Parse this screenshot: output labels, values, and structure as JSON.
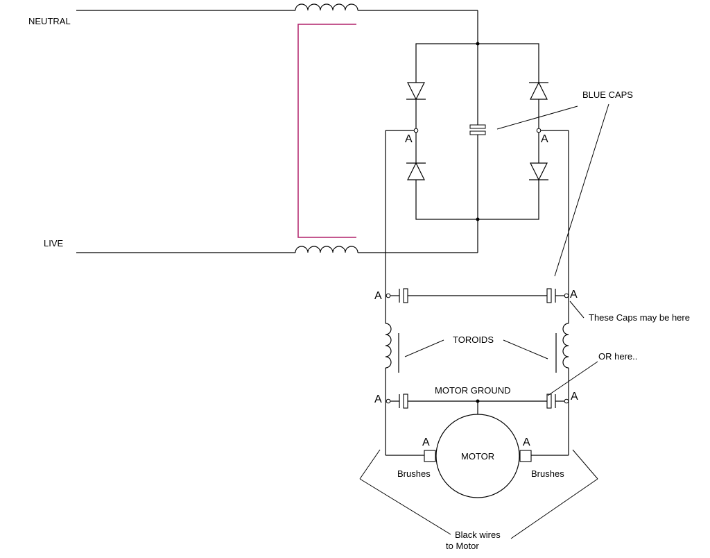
{
  "labels": {
    "neutral": "NEUTRAL",
    "live": "LIVE",
    "blue_caps": "BLUE CAPS",
    "these_caps": "These Caps may be here",
    "or_here": "OR here..",
    "toroids": "TOROIDS",
    "motor_ground": "MOTOR GROUND",
    "motor": "MOTOR",
    "brushes_left": "Brushes",
    "brushes_right": "Brushes",
    "black_wires_line1": "Black wires",
    "black_wires_line2": "to Motor",
    "terminal": "A"
  },
  "colors": {
    "wire": "#000000",
    "filter_bar": "#b0206a",
    "background": "#ffffff"
  }
}
